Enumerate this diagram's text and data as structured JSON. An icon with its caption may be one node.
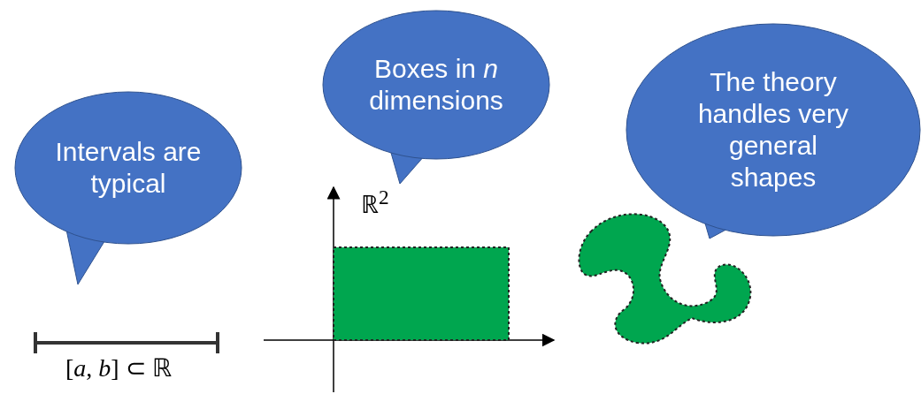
{
  "diagram": {
    "nodes": [
      {
        "text": [
          "Intervals are typical"
        ]
      },
      {
        "text": [
          "Boxes in *n* dimensions"
        ]
      },
      {
        "text": [
          "The theory handles very general shapes"
        ]
      },
      {
        "text": [],
        "shape": "box"
      },
      {
        "text": [],
        "shape": "blob"
      }
    ],
    "labels": [
      "ℝ$^{2}$",
      "[*a*, *b*] ⊂ ℝ"
    ]
  }
}
